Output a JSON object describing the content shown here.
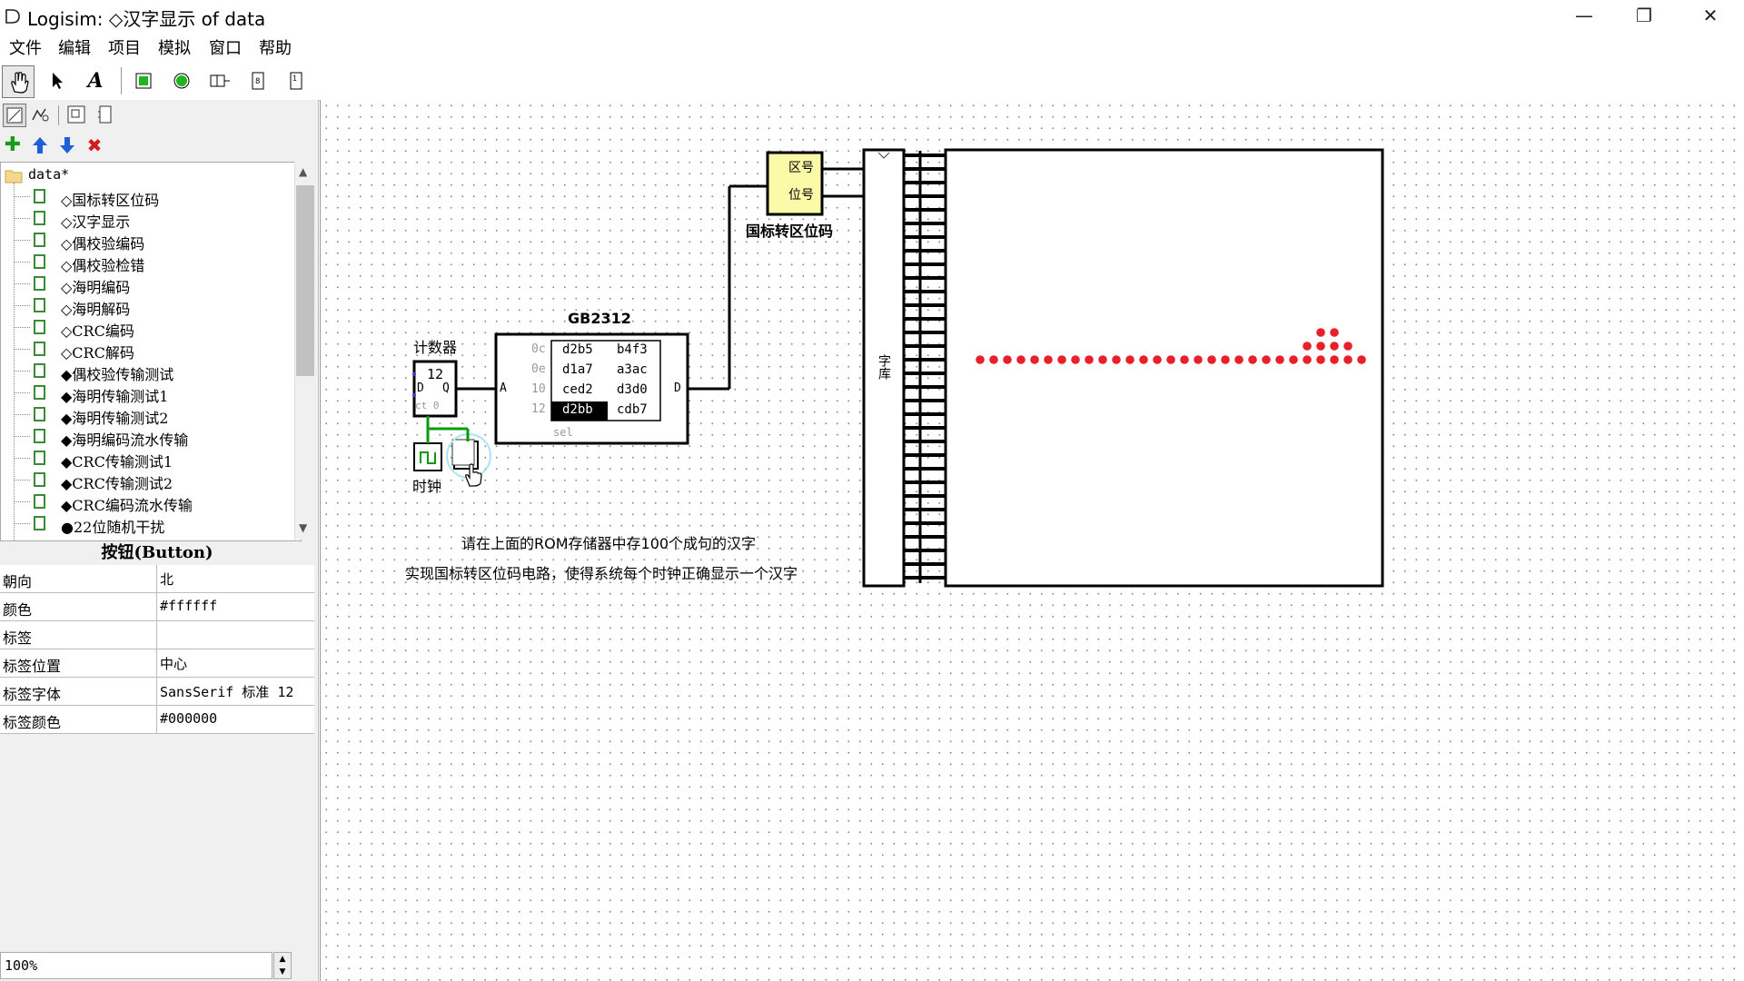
{
  "window": {
    "title": "Logisim: ◇汉字显示 of data",
    "minimize": "—",
    "restore": "❐",
    "close": "✕"
  },
  "menu": [
    "文件",
    "编辑",
    "项目",
    "模拟",
    "窗口",
    "帮助"
  ],
  "toolbar": {
    "icons": [
      "poke-hand-icon",
      "select-arrow-icon",
      "text-tool-icon",
      "input-pin-icon",
      "output-led-icon",
      "button-icon",
      "splitter-icon",
      "probe-icon"
    ]
  },
  "explorer": {
    "root": "data*",
    "items": [
      {
        "label": "◇国标转区位码"
      },
      {
        "label": "◇汉字显示"
      },
      {
        "label": "◇偶校验编码"
      },
      {
        "label": "◇偶校验检错"
      },
      {
        "label": "◇海明编码"
      },
      {
        "label": "◇海明解码"
      },
      {
        "label": "◇CRC编码"
      },
      {
        "label": "◇CRC解码"
      },
      {
        "label": "◆偶校验传输测试"
      },
      {
        "label": "◆海明传输测试1"
      },
      {
        "label": "◆海明传输测试2"
      },
      {
        "label": "◆海明编码流水传输"
      },
      {
        "label": "◆CRC传输测试1"
      },
      {
        "label": "◆CRC传输测试2"
      },
      {
        "label": "◆CRC编码流水传输"
      },
      {
        "label": "●22位随机干扰"
      }
    ]
  },
  "attributes": {
    "title": "按钮(Button)",
    "rows": [
      {
        "key": "朝向",
        "value": "北"
      },
      {
        "key": "颜色",
        "value": "#ffffff"
      },
      {
        "key": "标签",
        "value": ""
      },
      {
        "key": "标签位置",
        "value": "中心"
      },
      {
        "key": "标签字体",
        "value": "SansSerif 标准 12"
      },
      {
        "key": "标签颜色",
        "value": "#000000"
      }
    ]
  },
  "zoom": "100%",
  "circuit": {
    "counter_label": "计数器",
    "counter_value": "12",
    "counter_d": "D",
    "counter_q": "Q",
    "counter_ctrl": "ct 0",
    "clock_label": "时钟",
    "rom_title": "GB2312",
    "rom_pin_a": "A",
    "rom_pin_d": "D",
    "rom_sel": "sel",
    "rom_rows": [
      {
        "addr": "0c",
        "c1": "d2b5",
        "c2": "b4f3"
      },
      {
        "addr": "0e",
        "c1": "d1a7",
        "c2": "a3ac"
      },
      {
        "addr": "10",
        "c1": "ced2",
        "c2": "d3d0"
      },
      {
        "addr": "12",
        "c1": "d2bb",
        "c2": "cdb7"
      }
    ],
    "conv_box": {
      "line1": "区号",
      "line2": "位号",
      "label": "国标转区位码"
    },
    "display_label": "字库",
    "note_line1": "请在上面的ROM存储器中存100个成句的汉字",
    "note_line2": "实现国标转区位码电路，使得系统每个时钟正确显示一个汉字",
    "led_color": "#e8202a"
  }
}
